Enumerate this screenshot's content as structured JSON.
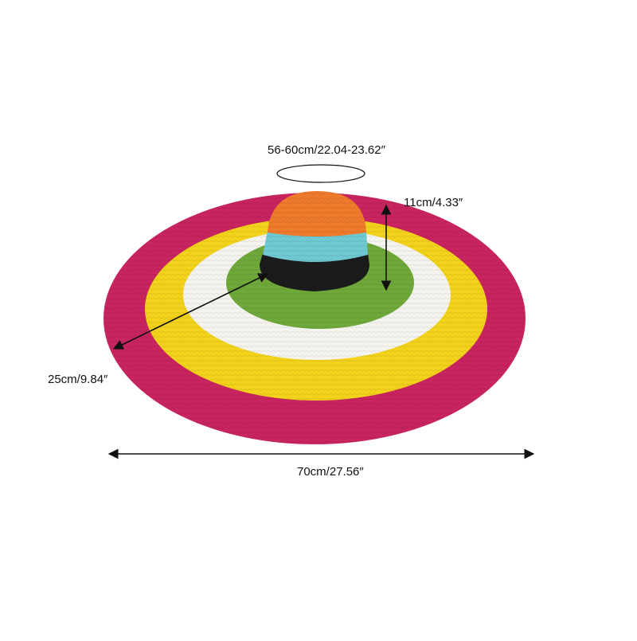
{
  "image": {
    "subject": "wide-brim striped straw sun hat",
    "background": "#ffffff"
  },
  "dimensions": {
    "circumference": "56-60cm/22.04-23.62″",
    "height": "11cm/4.33″",
    "brim": "25cm/9.84″",
    "width": "70cm/27.56″"
  },
  "colors": {
    "brim_outer": "#c8245f",
    "brim_yellow": "#f2d21a",
    "brim_white": "#f4f3ee",
    "brim_green": "#6fa83a",
    "crown_black": "#1b1b1b",
    "crown_cyan": "#6fc9d3",
    "crown_orange": "#ee7a2c",
    "arrow": "#111111"
  }
}
